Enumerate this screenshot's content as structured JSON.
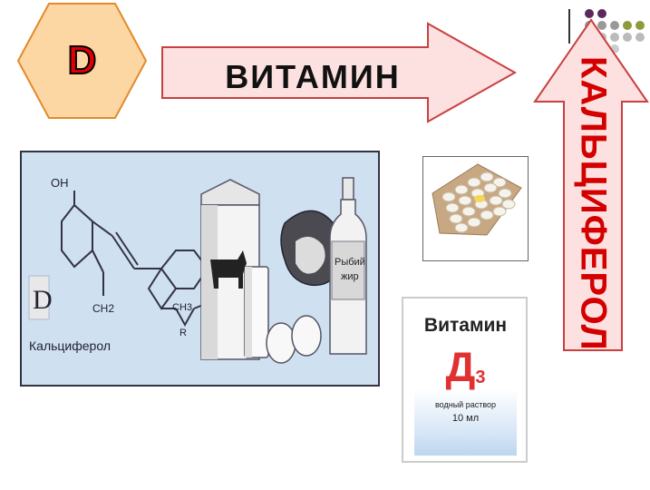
{
  "hexagon": {
    "letter": "D"
  },
  "arrow_right": {
    "label": "ВИТАМИН"
  },
  "arrow_up": {
    "label": "КАЛЬЦИФЕРОЛ"
  },
  "formula_panel": {
    "group_oh": "OH",
    "group_ch2": "CH2",
    "group_ch3": "CH3",
    "group_r": "R",
    "letter_d": "D",
    "name": "Кальциферол",
    "bottle_label_line1": "Рыбий",
    "bottle_label_line2": "жир"
  },
  "box_d3": {
    "title": "Витамин",
    "big_letter": "Д",
    "subscript": "3",
    "solution": "водный раствор",
    "volume": "10 мл"
  },
  "colors": {
    "hex_fill": "#fdd7a3",
    "hex_stroke": "#e28a2a",
    "arrow_fill": "#fde0e0",
    "arrow_stroke": "#c94040",
    "letter_red": "#e00000",
    "panel_bg": "#cfe0f0"
  }
}
